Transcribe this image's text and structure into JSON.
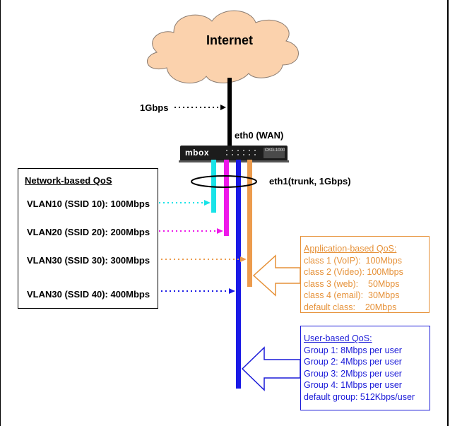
{
  "cloud_label": "Internet",
  "wan_speed": "1Gbps",
  "eth0_label": "eth0 (WAN)",
  "eth1_label": "eth1(trunk, 1Gbps)",
  "device": {
    "brand": "mbox",
    "model": "CKG-1000"
  },
  "network_qos": {
    "title": "Network-based QoS",
    "items": [
      "VLAN10 (SSID 10): 100Mbps",
      "VLAN20 (SSID 20): 200Mbps",
      "VLAN30 (SSID 30): 300Mbps",
      "VLAN30 (SSID 40): 400Mbps"
    ]
  },
  "application_qos": {
    "title": "Application-based QoS:",
    "items": [
      "class 1 (VoIP):  100Mbps",
      "class 2 (Video): 100Mbps",
      "class 3 (web):    50Mbps",
      "class 4 (email):  30Mbps",
      "default class:    20Mbps"
    ]
  },
  "user_qos": {
    "title": "User-based QoS:",
    "items": [
      "Group 1: 8Mbps per user",
      "Group 2: 4Mbps per user",
      "Group 3: 2Mbps per user",
      "Group 4: 1Mbps per user",
      "default group: 512Kbps/user"
    ]
  },
  "colors": {
    "cloud_fill": "#fbd2ad",
    "cloud_stroke": "#8a7b70",
    "vlan10": "#19e3e8",
    "vlan20": "#ee19ea",
    "vlan30": "#1a1ae6",
    "vlan40": "#ec9b4d",
    "application_box": "#e69138",
    "user_box": "#1a1ad8",
    "device": "#1c1c1c"
  }
}
